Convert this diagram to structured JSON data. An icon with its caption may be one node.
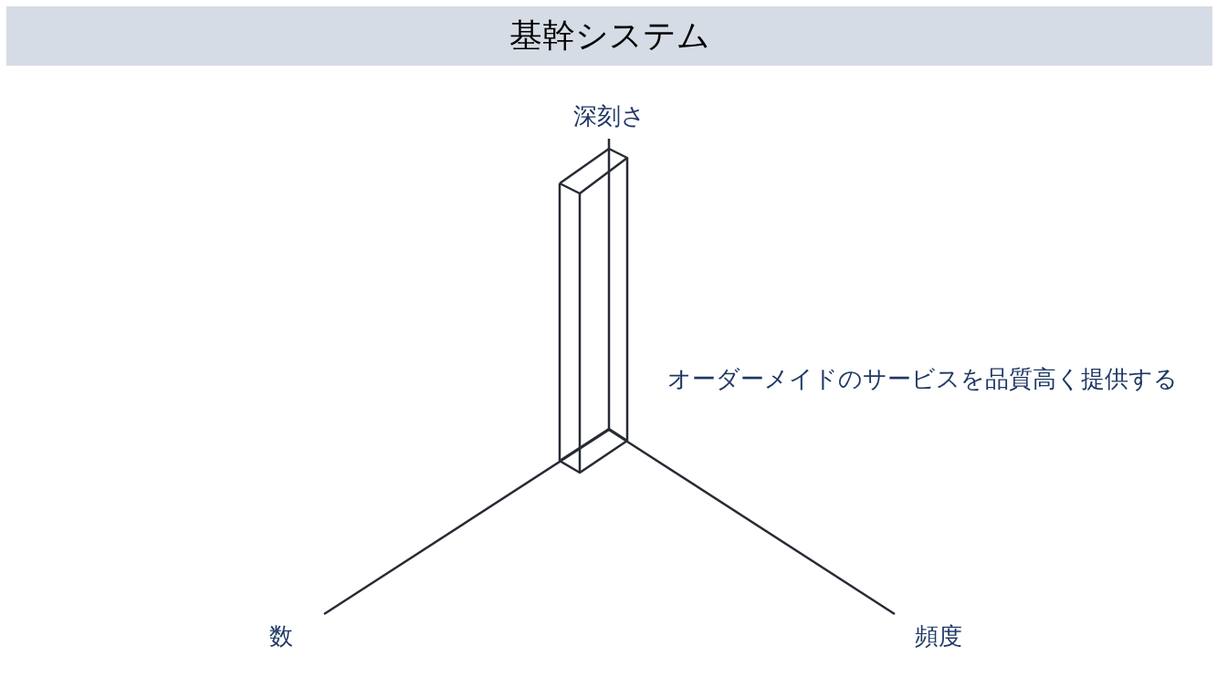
{
  "diagram": {
    "title": "基幹システム",
    "labels": [
      "深刻さ",
      "オーダーメイドのサービスを品質高く提供する",
      "数",
      "頻度"
    ]
  }
}
